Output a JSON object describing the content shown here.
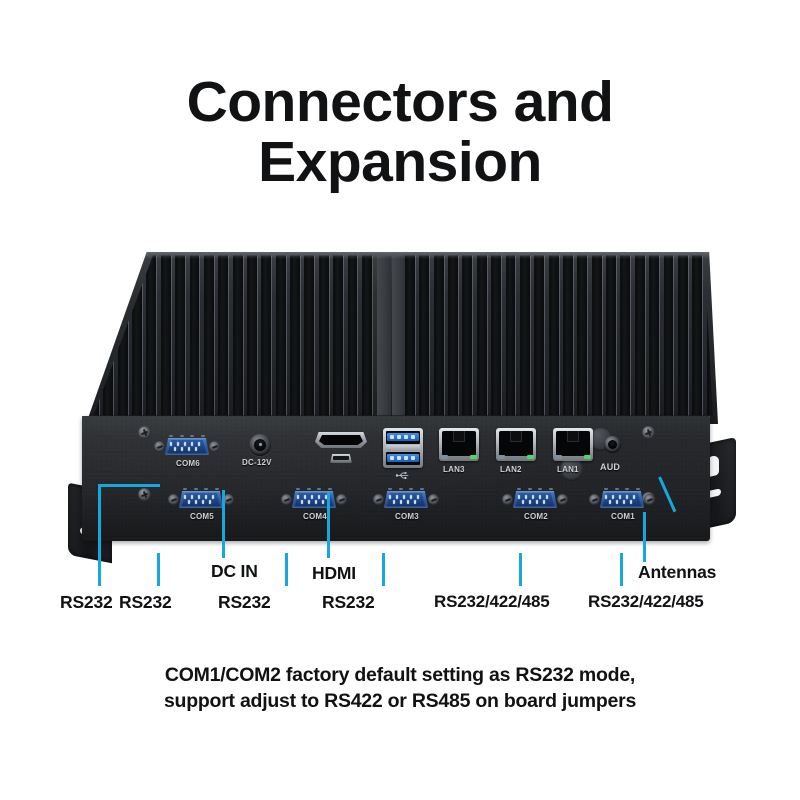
{
  "title": {
    "line1": "Connectors and",
    "line2": "Expansion"
  },
  "device": {
    "name": "fanless-industrial-mini-pc",
    "panel_ports": [
      {
        "id": "com6",
        "type": "db9-serial",
        "label": "COM6",
        "row": "top"
      },
      {
        "id": "com5",
        "type": "db9-serial",
        "label": "COM5",
        "row": "bottom"
      },
      {
        "id": "com4",
        "type": "db9-serial",
        "label": "COM4",
        "row": "bottom"
      },
      {
        "id": "com3",
        "type": "db9-serial",
        "label": "COM3",
        "row": "bottom"
      },
      {
        "id": "com2",
        "type": "db9-serial",
        "label": "COM2",
        "row": "bottom"
      },
      {
        "id": "com1",
        "type": "db9-serial",
        "label": "COM1",
        "row": "bottom"
      },
      {
        "id": "dc",
        "type": "dc-barrel-jack",
        "label": "DC-12V",
        "row": "top"
      },
      {
        "id": "hdmi",
        "type": "hdmi-port",
        "label": "",
        "row": "top"
      },
      {
        "id": "microusb",
        "type": "micro-usb-port",
        "label": "",
        "row": "top"
      },
      {
        "id": "usb",
        "type": "usb3-dual-stack",
        "label": "",
        "row": "top"
      },
      {
        "id": "lan3",
        "type": "rj45-ethernet",
        "label": "LAN3",
        "row": "top"
      },
      {
        "id": "lan2",
        "type": "rj45-ethernet",
        "label": "LAN2",
        "row": "top"
      },
      {
        "id": "lan1",
        "type": "rj45-ethernet",
        "label": "LAN1",
        "row": "top"
      },
      {
        "id": "aud",
        "type": "audio-jack",
        "label": "AUD",
        "row": "top"
      }
    ]
  },
  "callouts": [
    {
      "id": "rs232-com6",
      "text": "RS232"
    },
    {
      "id": "rs232-com5",
      "text": "RS232"
    },
    {
      "id": "dc-in",
      "text": "DC IN"
    },
    {
      "id": "rs232-com4",
      "text": "RS232"
    },
    {
      "id": "hdmi",
      "text": "HDMI"
    },
    {
      "id": "rs232-com3",
      "text": "RS232"
    },
    {
      "id": "rs422-com2",
      "text": "RS232/422/485"
    },
    {
      "id": "rs422-com1",
      "text": "RS232/422/485"
    },
    {
      "id": "antennas",
      "text": "Antennas"
    }
  ],
  "footer": {
    "line1": "COM1/COM2 factory default setting as RS232 mode,",
    "line2": "support adjust to RS422 or RS485 on board jumpers"
  },
  "colors": {
    "leader": "#16a8dc",
    "text": "#111214",
    "background": "#ffffff",
    "serial_blue": "#2f62ad",
    "usb_blue": "#1c5fb4",
    "chassis": "#212326"
  }
}
